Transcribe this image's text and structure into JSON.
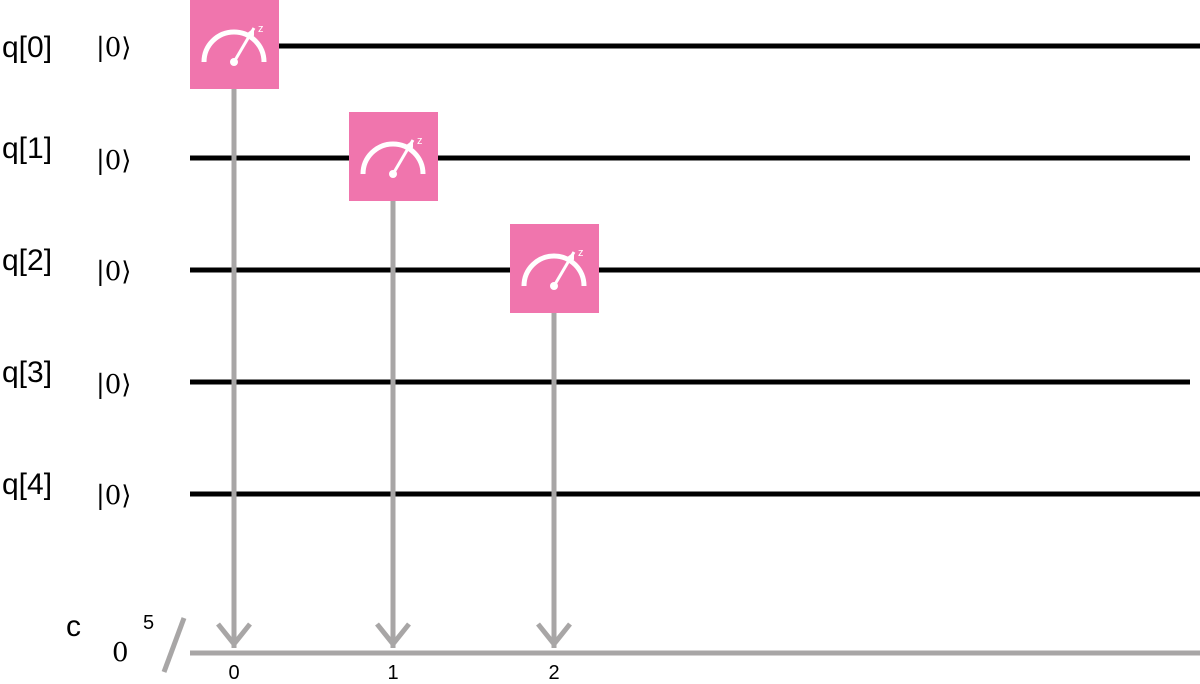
{
  "qubits": [
    {
      "label": "q[0]",
      "init": "|0⟩"
    },
    {
      "label": "q[1]",
      "init": "|0⟩"
    },
    {
      "label": "q[2]",
      "init": "|0⟩"
    },
    {
      "label": "q[3]",
      "init": "|0⟩"
    },
    {
      "label": "q[4]",
      "init": "|0⟩"
    }
  ],
  "classical": {
    "label": "c",
    "init": "0",
    "size": "5"
  },
  "measurements": [
    {
      "qubit": 0,
      "bit": "0",
      "basis": "z"
    },
    {
      "qubit": 1,
      "bit": "1",
      "basis": "z"
    },
    {
      "qubit": 2,
      "bit": "2",
      "basis": "z"
    }
  ],
  "colors": {
    "gate_fill": "#f075ad",
    "qubit_wire": "#000000",
    "classical_wire": "#a8a6a6",
    "symbol": "#ffffff"
  }
}
